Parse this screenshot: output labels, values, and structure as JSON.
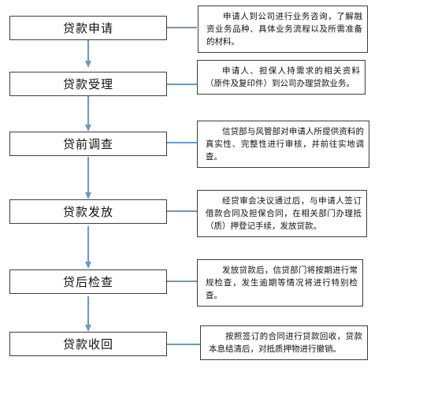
{
  "colors": {
    "arrow": "#6d97c4",
    "border": "#3d3d3d"
  },
  "steps": [
    {
      "label": "贷款申请",
      "note": "申请人到公司进行业务咨询，了解融资业务品种、具体业务流程以及所需准备的材料。"
    },
    {
      "label": "贷款受理",
      "note": "申请人、担保人持需求的相关资料（原件及复印件）到公司办理贷款业务。"
    },
    {
      "label": "贷前调查",
      "note": "信贷部与风管部对申请人所提供资料的真实性、完整性进行审核，并前往实地调查。"
    },
    {
      "label": "贷款发放",
      "note": "经贷审会决议通过后，与申请人签订借款合同及担保合同，在相关部门办理抵（质）押登记手续，发放贷款。"
    },
    {
      "label": "贷后检查",
      "note": "发放贷款后，信贷部门将按期进行常规检查，发生逾期等情况将进行特别检查。"
    },
    {
      "label": "贷款收回",
      "note": "按照签订的合同进行贷款回收，贷款本息结清后，对抵质押物进行撤销。"
    }
  ]
}
